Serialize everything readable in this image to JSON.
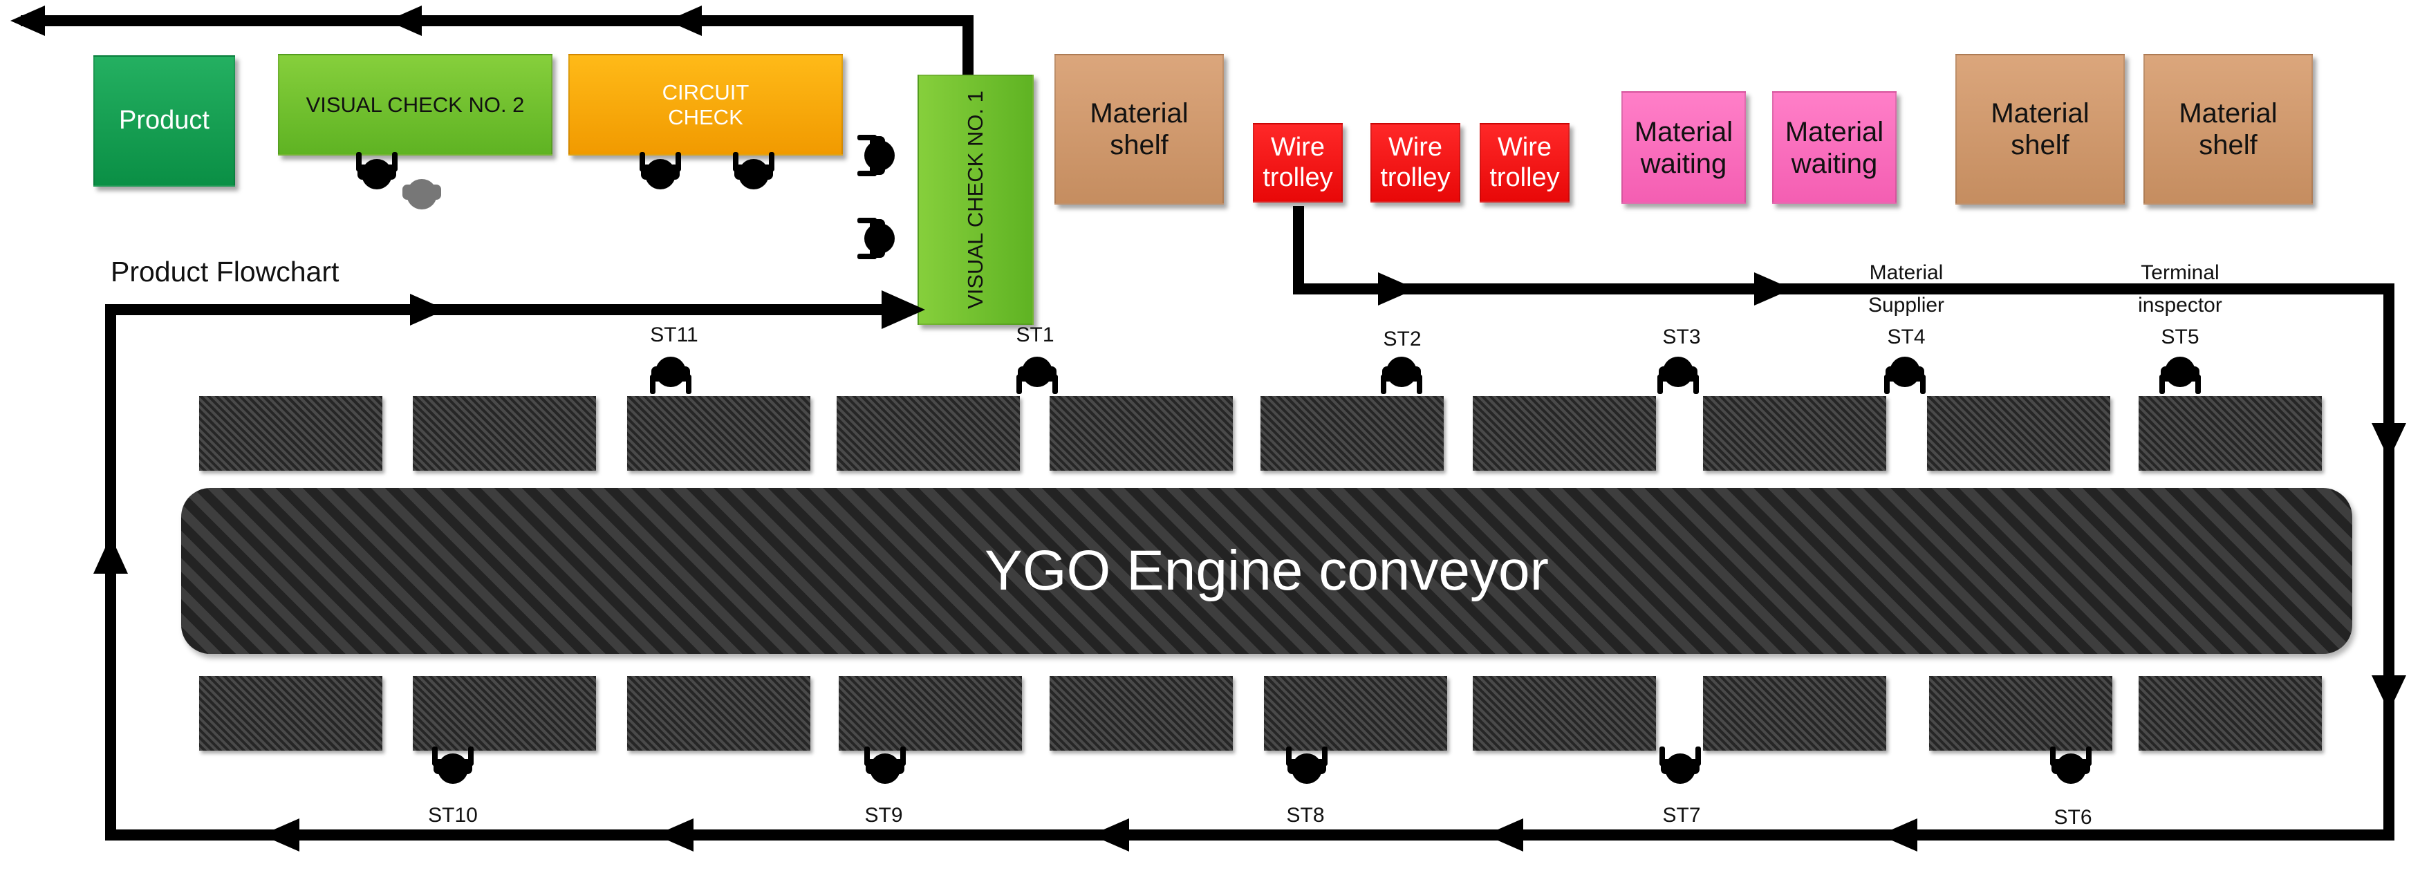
{
  "flowchart_title": "Product Flowchart",
  "conveyor_label": "YGO Engine conveyor",
  "boxes": {
    "product": "Product",
    "visual_check_2": "VISUAL CHECK NO. 2",
    "circuit_check": "CIRCUIT\nCHECK",
    "visual_check_1": "VISUAL CHECK NO. 1",
    "material_shelf_1": "Material\nshelf",
    "wire_trolley_1": "Wire\ntrolley",
    "wire_trolley_2": "Wire\ntrolley",
    "wire_trolley_3": "Wire\ntrolley",
    "material_waiting_1": "Material\nwaiting",
    "material_waiting_2": "Material\nwaiting",
    "material_shelf_2": "Material\nshelf",
    "material_shelf_3": "Material\nshelf"
  },
  "stations": {
    "st11": "ST11",
    "st1": "ST1",
    "st2": "ST2",
    "st3": "ST3",
    "st4": "ST4",
    "st5": "ST5",
    "st10": "ST10",
    "st9": "ST9",
    "st8": "ST8",
    "st7": "ST7",
    "st6": "ST6"
  },
  "station_roles": {
    "st4": "Material\nSupplier",
    "st5": "Terminal\ninspector"
  },
  "colors": {
    "product": "#0f9a4c",
    "visual_check": "#6fc22c",
    "circuit_check": "#f7a500",
    "material_shelf": "#d09a6e",
    "wire_trolley": "#f21212",
    "material_waiting": "#fa6ebd",
    "conveyor": "#2c2c2c",
    "flow_line": "#000000"
  }
}
